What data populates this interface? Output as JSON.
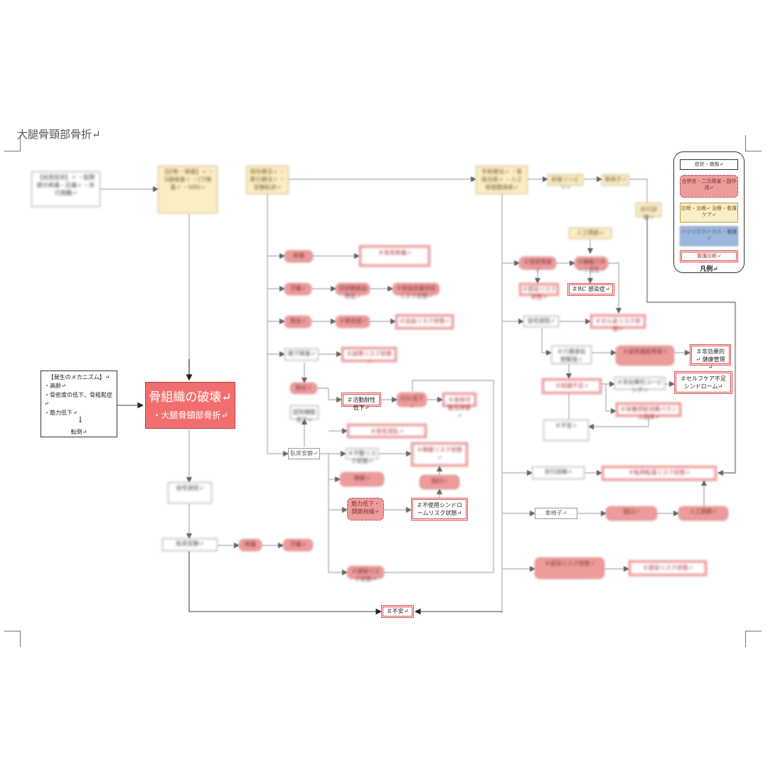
{
  "document_title": "大腿骨頸部骨折↵",
  "legend": {
    "caption": "凡例↵",
    "items": [
      {
        "label": "症状・病態↵"
      },
      {
        "label": "合併症・二次障害・副作用↵"
      },
      {
        "label": "診断・治療↵ 治療・看護ケア↵"
      },
      {
        "label": "ハイリスク↵ 介入・看護↵"
      },
      {
        "label": "看護診断↵"
      }
    ]
  },
  "center": {
    "line1": "骨組織の破壊↵",
    "line2": "・大腿骨頸部骨折↵"
  },
  "mechanism": {
    "heading": "【発生のメカニズム】↵",
    "items": [
      "・高齢↵",
      "・骨密度の低下、骨粗鬆症↵",
      "・筋力低下↵"
    ],
    "result": "転倒↵"
  },
  "nodes": {
    "history": "【自覚症状】↵ ・股関節の疼痛・圧痛↵ ・歩行困難↵",
    "exam": "【診断・検査】↵ ・X線検査↵ ・CT検査↵ ・MRI↵",
    "conservative": "保存療法↵ ・牽引療法↵ ・安静臥床↵",
    "surgery": "手術療法↵ ・骨接合術↵ ・人工骨頭置換術↵",
    "postop_rehab": "術後リハビリ↵",
    "wheelchair": "車椅子↵",
    "walking": "歩行訓練↵",
    "pain": "疼痛",
    "bedrest": "臥床安静↵",
    "anxiety": "＃不安↵",
    "mobility": "＃身体可動性障害↵",
    "fall_risk": "＃転倒転落リスク状態↵",
    "infection": "＃感染リスク状態↵",
    "disuse": "＃不使用シンドロームリスク状態↵",
    "muscle": "筋力低下・関節拘縮↵",
    "activity": "＃活動耐性低下↵",
    "selfcare_deficit": "＃セルフケア不足シンドローム↵",
    "health_mgmt": "＃非効果的↵ 健康管理↵",
    "pressure": "＃褥瘡リスク状態↵",
    "pneumonia": "＃誤嚥リスク状態↵",
    "bleeding": "＃出血リスク状態↵",
    "rc_infection": "＃RC 感染症↵",
    "dvt": "＃肺血栓塞栓症リスク状態↵",
    "delirium": "＃せん妄リスク状態↵",
    "constipation": "＃便秘リスク状態↵",
    "knowledge": "＃知識不足↵",
    "dislocation": "脱臼↵",
    "artificial": "人工関節↵",
    "home": "自宅退院↵",
    "adl": "ADL低下↵",
    "coping": "＃非効果的コーピング↵",
    "pain_dx": "＃急性疼痛↵",
    "nutrition": "＃栄養摂取消費バランス異常↵",
    "urination": "＃排尿障害↵",
    "edema": "浮腫↵",
    "bed_sore": "褥瘡↵",
    "pneumonia2": "肺炎↵",
    "confusion": "＃急性混乱↵",
    "sleep": "＃睡眠パターン混乱↵",
    "care_burden": "＃介護者役割緊張↵",
    "family": "＃家族機能障害↵",
    "thrombosis": "深部静脈血栓症↵",
    "anemia": "貧血↵",
    "fatigue": "＃倦怠感↵",
    "swallowing": "嚥下障害↵",
    "immobility": "＃不動リスク状態↵",
    "dementia": "認知機能低下↵"
  }
}
